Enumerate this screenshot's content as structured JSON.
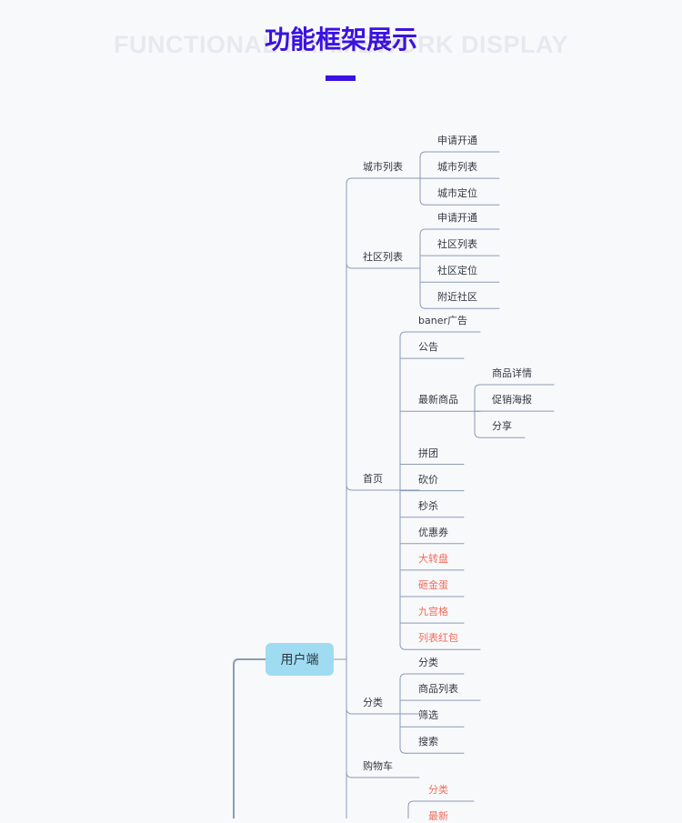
{
  "header": {
    "bg_text": "FUNCTIONAL FRAMEWORK DISPLAY",
    "title": "功能框架展示"
  },
  "colors": {
    "accent": "#3a12e0",
    "root_fill": "#9fdcf2",
    "line": "#8a9bb6",
    "text": "#333842",
    "highlight_text": "#f26d5b"
  },
  "tree": {
    "root": "用户端",
    "branches": [
      {
        "label": "城市列表",
        "children": [
          {
            "label": "申请开通"
          },
          {
            "label": "城市列表"
          },
          {
            "label": "城市定位"
          }
        ]
      },
      {
        "label": "社区列表",
        "children": [
          {
            "label": "申请开通"
          },
          {
            "label": "社区列表"
          },
          {
            "label": "社区定位"
          },
          {
            "label": "附近社区"
          }
        ]
      },
      {
        "label": "首页",
        "children": [
          {
            "label": "baner广告"
          },
          {
            "label": "公告"
          },
          {
            "label": "最新商品",
            "children": [
              {
                "label": "商品详情"
              },
              {
                "label": "促销海报"
              },
              {
                "label": "分享"
              }
            ]
          },
          {
            "label": "拼团"
          },
          {
            "label": "砍价"
          },
          {
            "label": "秒杀"
          },
          {
            "label": "优惠券"
          },
          {
            "label": "大转盘",
            "highlight": true
          },
          {
            "label": "砸金蛋",
            "highlight": true
          },
          {
            "label": "九宫格",
            "highlight": true
          },
          {
            "label": "列表红包",
            "highlight": true
          }
        ]
      },
      {
        "label": "分类",
        "children": [
          {
            "label": "分类"
          },
          {
            "label": "商品列表"
          },
          {
            "label": "筛选"
          },
          {
            "label": "搜索"
          }
        ]
      },
      {
        "label": "购物车"
      },
      {
        "label": "",
        "children": [
          {
            "label": "分类",
            "highlight": true
          },
          {
            "label": "最新",
            "highlight": true
          }
        ]
      }
    ]
  }
}
